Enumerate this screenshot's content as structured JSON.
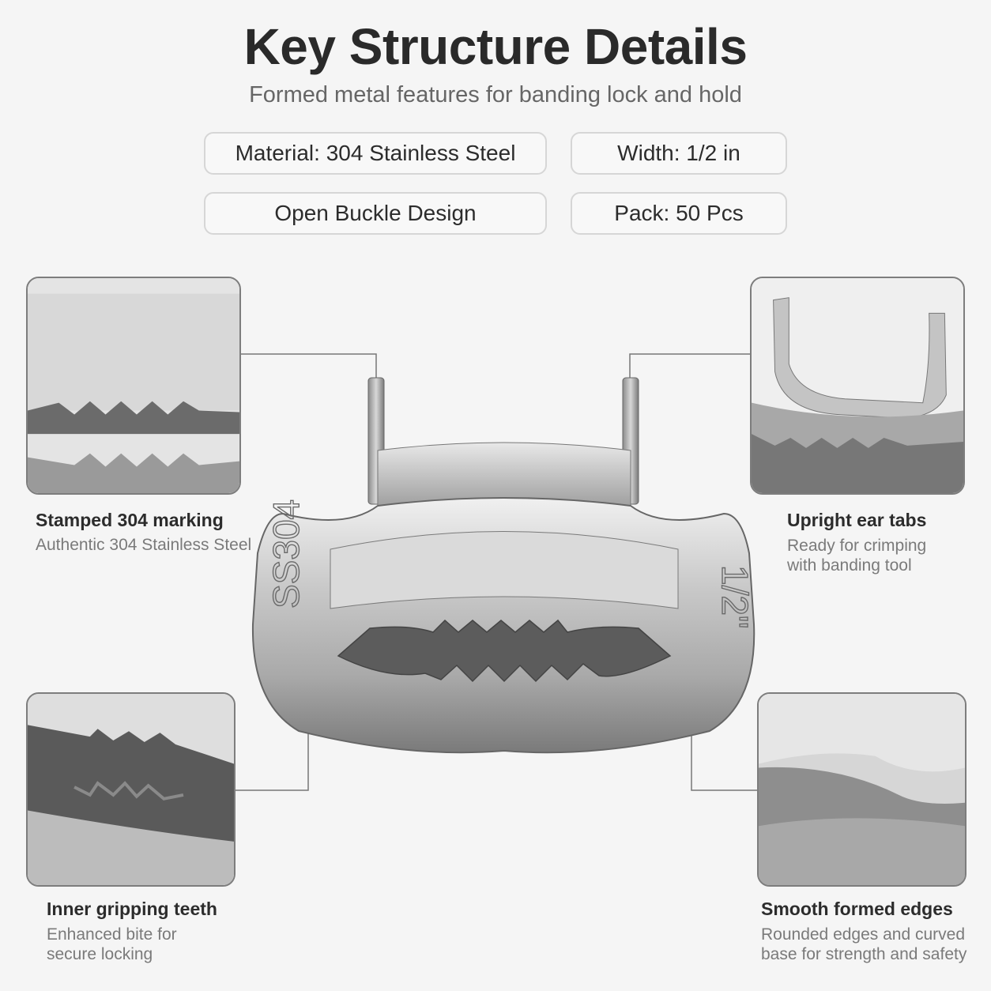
{
  "header": {
    "title": "Key Structure Details",
    "subtitle": "Formed metal features for banding lock and hold"
  },
  "specs": [
    {
      "label": "Material: 304 Stainless Steel"
    },
    {
      "label": "Width: 1/2 in"
    },
    {
      "label": "Open Buckle Design"
    },
    {
      "label": "Pack: 50 Pcs"
    }
  ],
  "buckle": {
    "left_marking": "SS304",
    "right_marking": "1/2\""
  },
  "callouts": {
    "marking": {
      "title": "Stamped 304 marking",
      "desc_1": "Authentic 304 Stainless Steel"
    },
    "ears": {
      "title": "Upright ear tabs",
      "desc_1": "Ready for crimping",
      "desc_2": "with banding tool"
    },
    "teeth": {
      "title": "Inner gripping teeth",
      "desc_1": "Enhanced bite for",
      "desc_2": "secure locking"
    },
    "edges": {
      "title": "Smooth formed edges",
      "desc_1": "Rounded edges and curved",
      "desc_2": "base for strength and safety"
    }
  },
  "colors": {
    "background": "#f5f5f5",
    "steel_light": "#e6e6e6",
    "steel_mid": "#b8b8b8",
    "steel_dark": "#6e6e6e",
    "border": "#7d7d7d"
  }
}
